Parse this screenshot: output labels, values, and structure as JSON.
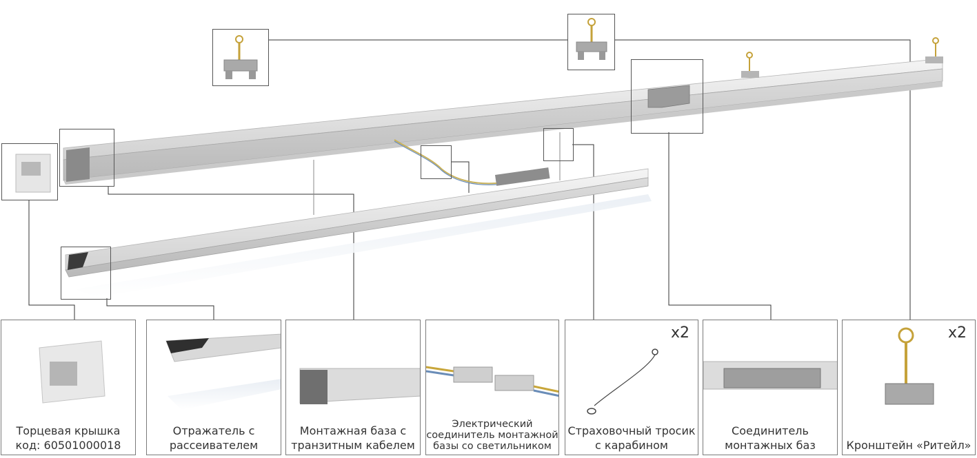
{
  "panels": [
    {
      "id": "end-cap",
      "line1": "Торцевая крышка",
      "line2": "код: 60501000018",
      "qty": ""
    },
    {
      "id": "reflector",
      "line1": "Отражатель с",
      "line2": "рассеивателем",
      "qty": ""
    },
    {
      "id": "mounting-base",
      "line1": "Монтажная база с",
      "line2": "транзитным кабелем",
      "qty": ""
    },
    {
      "id": "electrical-connector",
      "line1": "Электрический",
      "line2": "соединитель монтажной",
      "line3": "базы со светильником",
      "qty": ""
    },
    {
      "id": "safety-cable",
      "line1": "Страховочный тросик",
      "line2": "с карабином",
      "qty": "x2"
    },
    {
      "id": "base-connector",
      "line1": "Соединитель",
      "line2": "монтажных баз",
      "qty": ""
    },
    {
      "id": "retail-bracket",
      "line1": "Кронштейн «Ритейл»",
      "line2": "",
      "qty": "x2"
    }
  ]
}
